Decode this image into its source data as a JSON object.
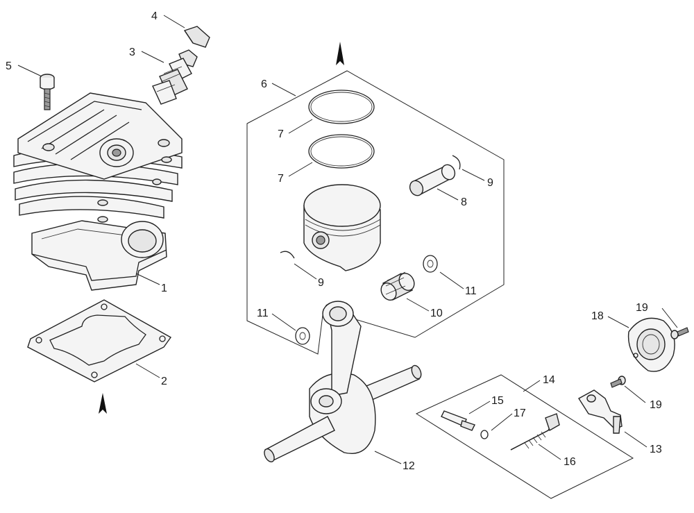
{
  "callouts": {
    "c1": "1",
    "c2": "2",
    "c3": "3",
    "c4": "4",
    "c5": "5",
    "c6": "6",
    "c7a": "7",
    "c7b": "7",
    "c8": "8",
    "c9a": "9",
    "c9b": "9",
    "c10": "10",
    "c11a": "11",
    "c11b": "11",
    "c12": "12",
    "c13": "13",
    "c14": "14",
    "c15": "15",
    "c16": "16",
    "c17": "17",
    "c18": "18",
    "c19a": "19",
    "c19b": "19"
  }
}
